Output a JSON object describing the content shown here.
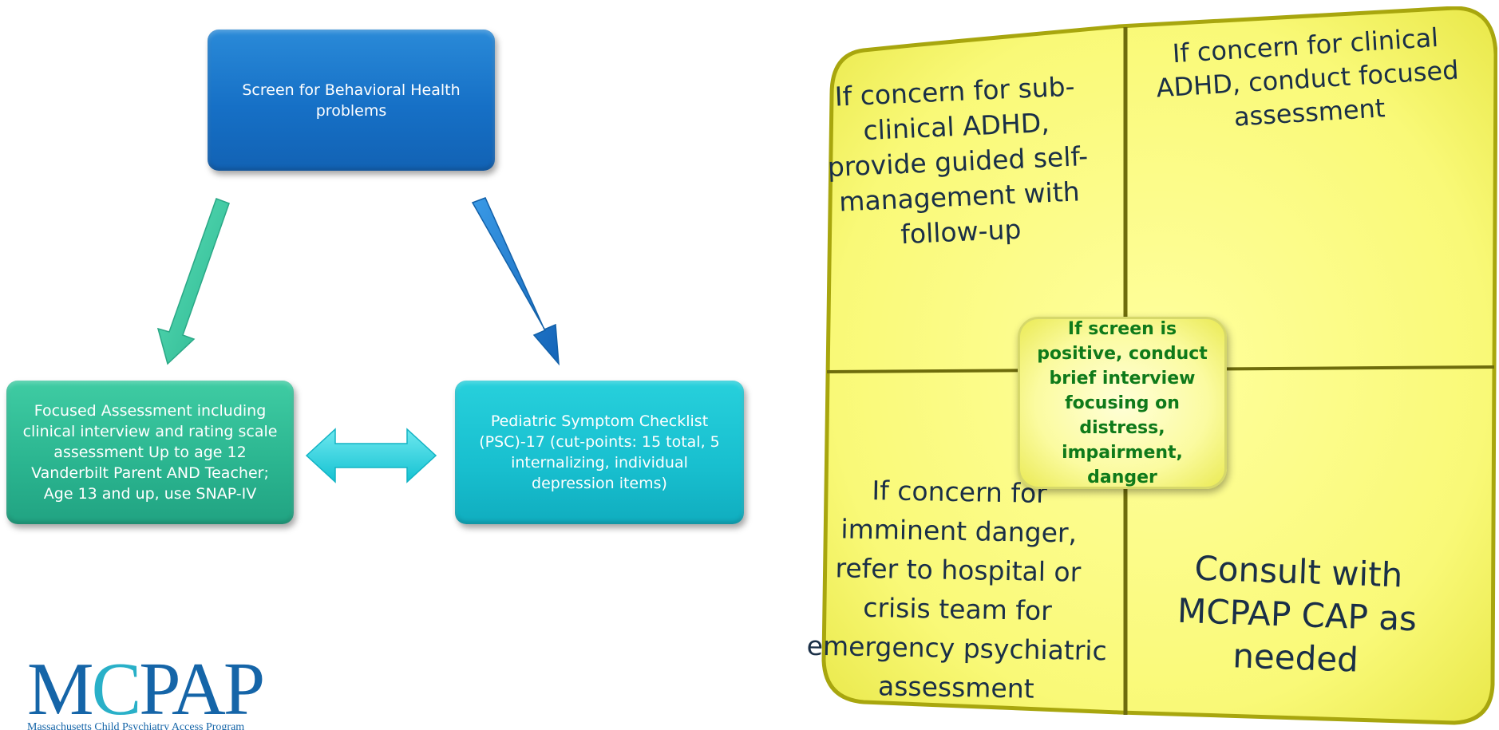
{
  "flow": {
    "screen": "Screen for Behavioral Health problems",
    "focused": "Focused Assessment including clinical interview and rating scale assessment Up to age 12 Vanderbilt Parent AND Teacher; Age 13 and up, use SNAP-IV",
    "psc": "Pediatric Symptom Checklist (PSC)-17 (cut-points: 15 total, 5 internalizing, individual depression items)"
  },
  "quadrant": {
    "top_left": "If concern for sub-clinical ADHD, provide guided self-management with follow-up",
    "top_right": "If concern for clinical ADHD, conduct focused assessment",
    "bottom_left": "If concern for imminent danger, refer to hospital or crisis team for emergency psychiatric assessment",
    "bottom_right": "Consult with MCPAP CAP as needed",
    "center": "If screen is positive, conduct brief interview focusing on distress, impairment, danger"
  },
  "logo": {
    "part1": "M",
    "part2": "C",
    "part3": "PAP",
    "subtitle": "Massachusetts Child Psychiatry Access Program"
  },
  "colors": {
    "screen_box": "#1670c6",
    "focused_box": "#2ab48f",
    "psc_box": "#18bfcf",
    "quadrant_fill": "#f7f77a",
    "center_text": "#0f7a1a"
  }
}
